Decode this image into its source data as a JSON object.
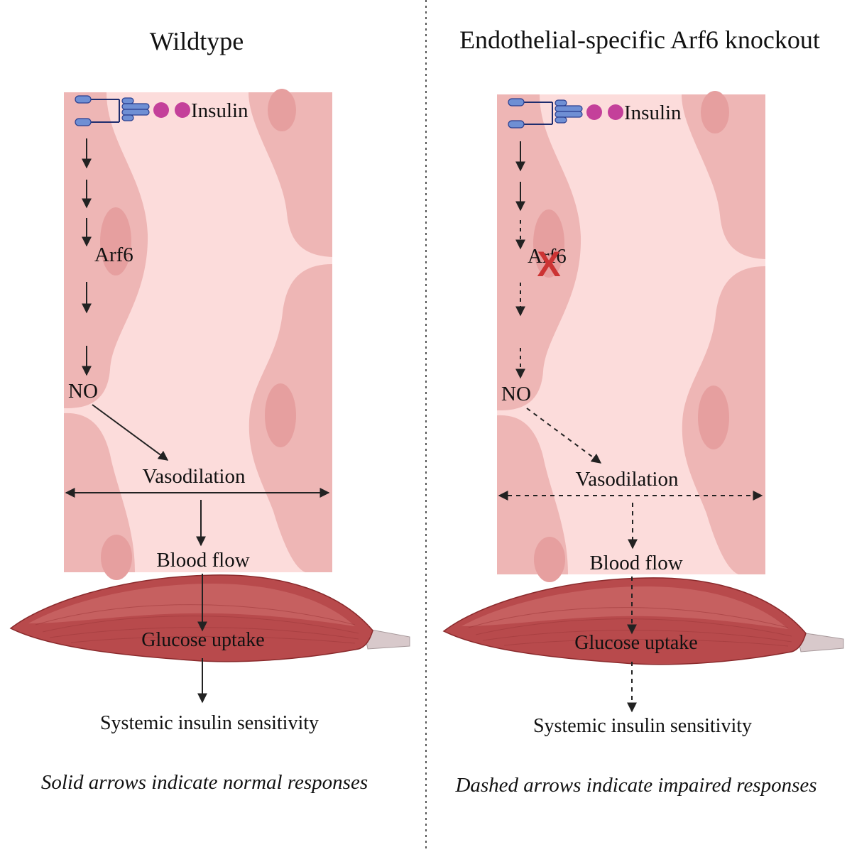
{
  "panels": {
    "wildtype": {
      "title": "Wildtype",
      "insulin": "Insulin",
      "arf6": "Arf6",
      "no": "NO",
      "vasodilation": "Vasodilation",
      "blood_flow": "Blood flow",
      "glucose_uptake": "Glucose uptake",
      "systemic": "Systemic insulin sensitivity",
      "caption": "Solid arrows indicate normal responses",
      "arrow_style": "solid"
    },
    "knockout": {
      "title": "Endothelial-specific Arf6 knockout",
      "insulin": "Insulin",
      "arf6": "Arf6",
      "knockout_mark": "X",
      "no": "NO",
      "vasodilation": "Vasodilation",
      "blood_flow": "Blood flow",
      "glucose_uptake": "Glucose uptake",
      "systemic": "Systemic insulin sensitivity",
      "caption": "Dashed arrows indicate impaired responses",
      "arrow_style": "dashed"
    }
  },
  "colors": {
    "vessel_lumen": "#fcdcdb",
    "endothelial_cell": "#eeb6b5",
    "nucleus": "#e69f9f",
    "muscle": "#b84a4c",
    "muscle_highlight": "#cc6a6a",
    "tendon": "#d8c9cb",
    "receptor": "#6f8fd4",
    "insulin_dot": "#c4409a",
    "knockout_x": "#cc3333",
    "arrow": "#222222"
  }
}
